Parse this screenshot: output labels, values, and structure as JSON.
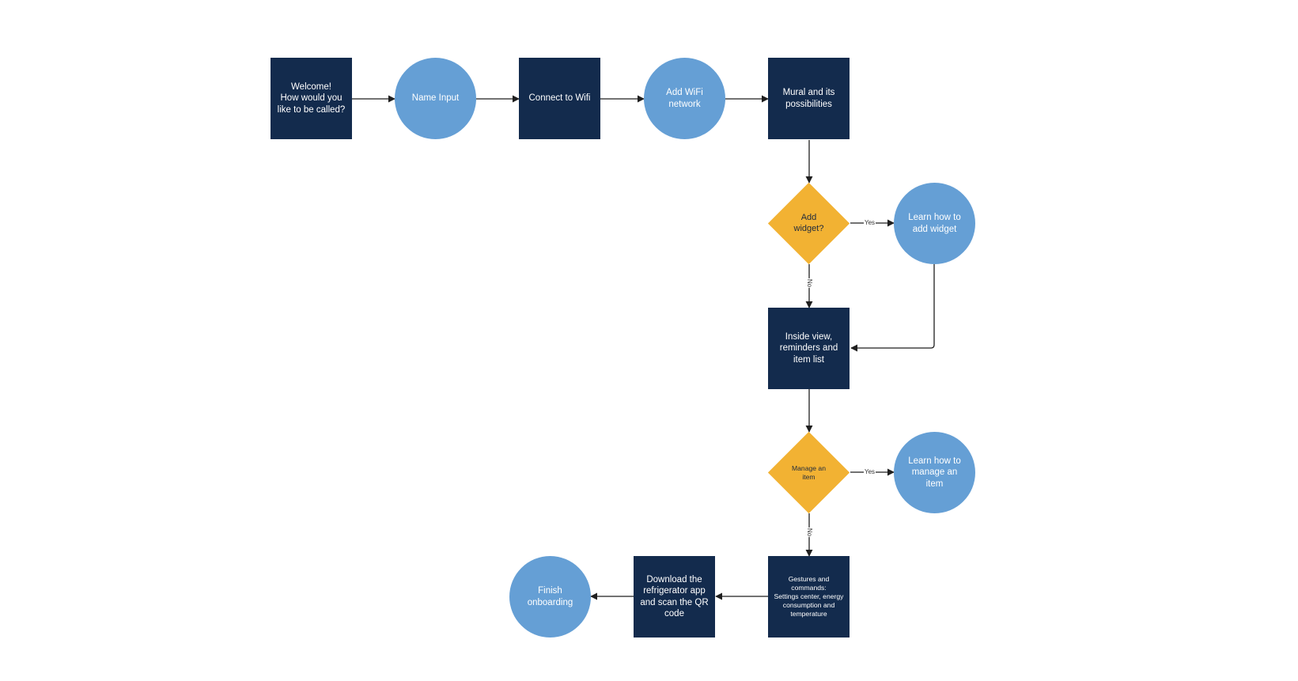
{
  "colors": {
    "dark": "#132b4d",
    "blue": "#659fd5",
    "amber": "#f2b233",
    "connector": "#1f1f1f"
  },
  "nodes": {
    "welcome": "Welcome!\nHow would you\nlike to be called?",
    "name_input": "Name Input",
    "connect_wifi": "Connect to Wifi",
    "add_wifi": "Add WiFi\nnetwork",
    "mural": "Mural and its\npossibilities",
    "add_widget_q": "Add\nwidget?",
    "learn_widget": "Learn how to\nadd widget",
    "inside_view": "Inside view,\nreminders and\nitem list",
    "manage_item_q": "Manage an\nitem",
    "learn_manage": "Learn how to\nmanage an\nitem",
    "gestures": "Gestures and\ncommands:\nSettings center, energy\nconsumption and\ntemperature",
    "download_app": "Download the\nrefrigerator app\nand scan the QR\ncode",
    "finish": "Finish\nonboarding"
  },
  "edge_labels": {
    "widget_yes": "Yes",
    "widget_no": "No",
    "manage_yes": "Yes",
    "manage_no": "No"
  }
}
